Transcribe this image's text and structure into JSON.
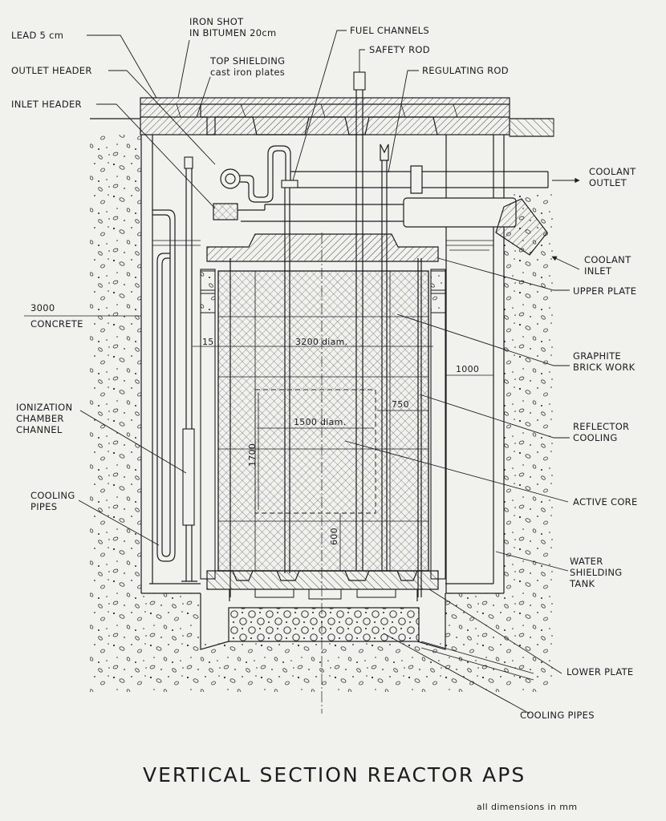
{
  "title": "VERTICAL SECTION REACTOR APS",
  "note": "all dimensions in mm",
  "labels": {
    "lead": "LEAD   5 cm",
    "iron_shot_1": "IRON SHOT",
    "iron_shot_2": "IN BITUMEN 20cm",
    "outlet_header": "OUTLET HEADER",
    "top_shielding_1": "TOP SHIELDING",
    "top_shielding_2": "cast iron plates",
    "inlet_header": "INLET HEADER",
    "fuel_channels": "FUEL CHANNELS",
    "safety_rod": "SAFETY ROD",
    "regulating_rod": "REGULATING ROD",
    "coolant_outlet_1": "COOLANT",
    "coolant_outlet_2": "OUTLET",
    "coolant_inlet_1": "COOLANT",
    "coolant_inlet_2": "INLET",
    "upper_plate": "UPPER PLATE",
    "concrete_1": "3000",
    "concrete_2": "CONCRETE",
    "graphite_1": "GRAPHITE",
    "graphite_2": "BRICK WORK",
    "reflector_1": "REFLECTOR",
    "reflector_2": "COOLING",
    "ionization_1": "IONIZATION",
    "ionization_2": "CHAMBER",
    "ionization_3": "CHANNEL",
    "cooling_pipes_left_1": "COOLING",
    "cooling_pipes_left_2": "PIPES",
    "active_core": "ACTIVE CORE",
    "water_tank_1": "WATER",
    "water_tank_2": "SHIELDING",
    "water_tank_3": "TANK",
    "lower_plate": "LOWER PLATE",
    "cooling_pipes_bottom": "COOLING PIPES"
  },
  "dimensions": {
    "d15": "15",
    "d3200": "3200 diam.",
    "d1000": "1000",
    "d750": "750",
    "d1500": "1500 diam.",
    "d1700": "1700",
    "d600": "600"
  }
}
